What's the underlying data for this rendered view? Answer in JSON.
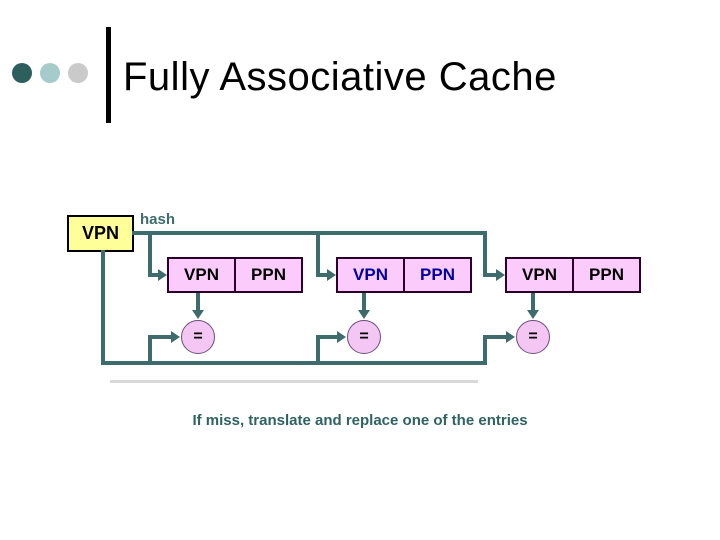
{
  "slide": {
    "title": "Fully Associative Cache",
    "hash_label": "hash",
    "input_box_label": "VPN",
    "caption": "If miss, translate and replace one of the entries"
  },
  "entries": [
    {
      "vpn": "VPN",
      "ppn": "PPN",
      "eq": "=",
      "text_color": "#000000"
    },
    {
      "vpn": "VPN",
      "ppn": "PPN",
      "eq": "=",
      "text_color": "#0000A0"
    },
    {
      "vpn": "VPN",
      "ppn": "PPN",
      "eq": "=",
      "text_color": "#000000"
    }
  ],
  "colors": {
    "accent_teal": "#3E6C6C",
    "caption_teal": "#2F6363",
    "title_black": "#000000",
    "box_yellow": "#FFFF99",
    "entry_pink": "#FBCCFB",
    "circle_pink": "#F4C6F4",
    "entry_border": "#2B012B",
    "navy_text": "#0000A0",
    "bullet_dark": "#2E5F5F",
    "bullet_light": "#A5CBCB",
    "bullet_gray": "#CACACA",
    "shadow_gray": "#D9D9D9"
  }
}
